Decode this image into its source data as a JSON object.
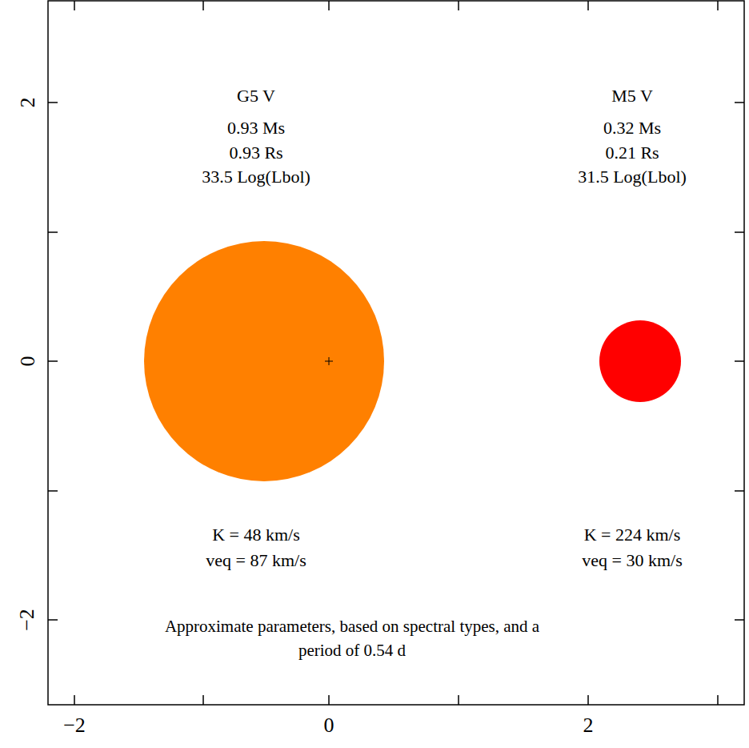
{
  "diagram": {
    "nodes": [
      {
        "text": [
          "G5 V",
          "0.93 Ms",
          "0.93 Rs",
          "33.5 Log(Lbol)",
          "K = 48 km/s",
          "veq = 87 km/s"
        ]
      },
      {
        "text": [
          "M5 V",
          "0.32 Ms",
          "0.21 Rs",
          "31.5 Log(Lbol)",
          "K = 224 km/s",
          "veq = 30 km/s"
        ]
      }
    ],
    "labels": [
      "−2",
      "0",
      "2",
      "−2",
      "0",
      "2",
      "Approximate parameters, based on spectral types, and a period of 0.54 d"
    ]
  }
}
